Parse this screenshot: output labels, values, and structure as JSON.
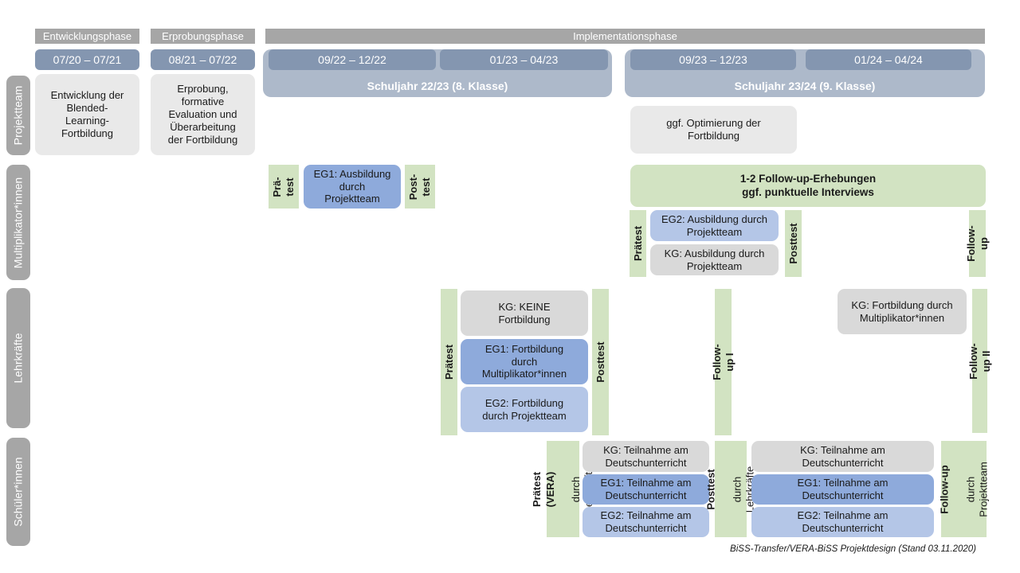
{
  "colors": {
    "phase_gray": "#a6a6a6",
    "period_blue": "#8496b0",
    "schoolyear_blue": "#adb9ca",
    "projektteam_box_gray": "#e9e9e9",
    "kg_gray": "#d9d9d9",
    "eg1_blue": "#8eaadb",
    "eg2_blue": "#b4c6e7",
    "test_green": "#d2e3c2"
  },
  "phases": [
    "Entwicklungsphase",
    "Erprobungsphase",
    "Implementationsphase"
  ],
  "periods": [
    "07/20 – 07/21",
    "08/21 – 07/22",
    "09/22 – 12/22",
    "01/23 – 04/23",
    "09/23 – 12/23",
    "01/24 – 04/24"
  ],
  "school_years": [
    "Schuljahr 22/23 (8. Klasse)",
    "Schuljahr 23/24 (9. Klasse)"
  ],
  "row_labels": [
    "Projektteam",
    "Multiplikator*innen",
    "Lehrkräfte",
    "Schüler*innen"
  ],
  "projektteam": {
    "entwicklung": "Entwicklung der\nBlended-\nLearning-\nFortbildung",
    "erprobung": "Erprobung,\nformative\nEvaluation und\nÜberarbeitung\nder Fortbildung",
    "optimierung": "ggf. Optimierung der\nFortbildung"
  },
  "multiplikatoren": {
    "praetest1": "Prä-\ntest",
    "eg1": "EG1: Ausbildung\ndurch\nProjektteam",
    "posttest1": "Post-\ntest",
    "banner": "1-2 Follow-up-Erhebungen\nggf. punktuelle Interviews",
    "praetest2": "Prätest",
    "eg2": "EG2: Ausbildung durch\nProjektteam",
    "kg": "KG: Ausbildung durch\nProjektteam",
    "posttest2": "Posttest",
    "followup": "Follow-up"
  },
  "lehrkraefte": {
    "praetest": "Prätest",
    "kg": "KG: KEINE\nFortbildung",
    "eg1": "EG1: Fortbildung\ndurch\nMultiplikator*innen",
    "eg2": "EG2: Fortbildung\ndurch Projektteam",
    "posttest": "Posttest",
    "followup1": "Follow-up I",
    "kg2": "KG: Fortbildung durch\nMultiplikator*innen",
    "followup2": "Follow-up II"
  },
  "schueler": {
    "praetest_label": "Prätest (VERA)",
    "praetest_sub": "durch Lehrkräfte",
    "kg1": "KG: Teilnahme am\nDeutschunterricht",
    "eg1_1": "EG1: Teilnahme am\nDeutschunterricht",
    "eg2_1": "EG2: Teilnahme am\nDeutschunterricht",
    "posttest_label": "Posttest",
    "posttest_sub": "durch Lehrkräfte",
    "kg2": "KG: Teilnahme am\nDeutschunterricht",
    "eg1_2": "EG1: Teilnahme am\nDeutschunterricht",
    "eg2_2": "EG2: Teilnahme am\nDeutschunterricht",
    "followup_label": "Follow-up",
    "followup_sub": "durch\nProjektteam"
  },
  "caption": "BiSS-Transfer/VERA-BiSS Projektdesign (Stand 03.11.2020)"
}
